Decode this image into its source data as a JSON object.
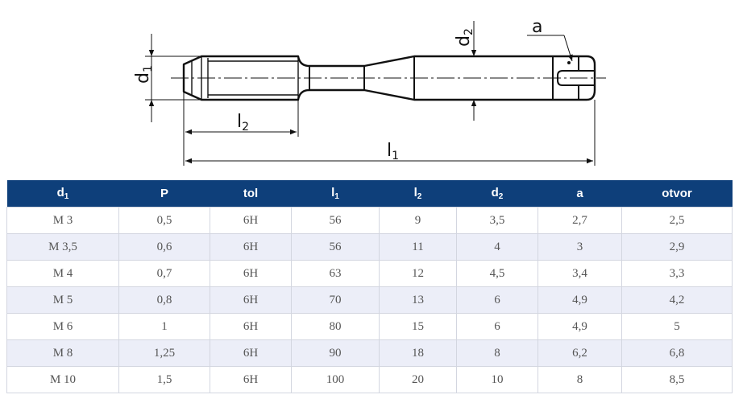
{
  "drawing": {
    "labels": {
      "d1": "d",
      "d1_sub": "1",
      "d2": "d",
      "d2_sub": "2",
      "l1": "l",
      "l1_sub": "1",
      "l2": "l",
      "l2_sub": "2",
      "a": "a"
    }
  },
  "table": {
    "headers": [
      {
        "base": "d",
        "sub": "1"
      },
      {
        "base": "P",
        "sub": ""
      },
      {
        "base": "tol",
        "sub": ""
      },
      {
        "base": "l",
        "sub": "1"
      },
      {
        "base": "l",
        "sub": "2"
      },
      {
        "base": "d",
        "sub": "2"
      },
      {
        "base": "a",
        "sub": ""
      },
      {
        "base": "otvor",
        "sub": ""
      }
    ],
    "rows": [
      [
        "M 3",
        "0,5",
        "6H",
        "56",
        "9",
        "3,5",
        "2,7",
        "2,5"
      ],
      [
        "M 3,5",
        "0,6",
        "6H",
        "56",
        "11",
        "4",
        "3",
        "2,9"
      ],
      [
        "M 4",
        "0,7",
        "6H",
        "63",
        "12",
        "4,5",
        "3,4",
        "3,3"
      ],
      [
        "M 5",
        "0,8",
        "6H",
        "70",
        "13",
        "6",
        "4,9",
        "4,2"
      ],
      [
        "M 6",
        "1",
        "6H",
        "80",
        "15",
        "6",
        "4,9",
        "5"
      ],
      [
        "M 8",
        "1,25",
        "6H",
        "90",
        "18",
        "8",
        "6,2",
        "6,8"
      ],
      [
        "M 10",
        "1,5",
        "6H",
        "100",
        "20",
        "10",
        "8",
        "8,5"
      ]
    ]
  },
  "colors": {
    "header_bg": "#0e3f7a",
    "header_text": "#ffffff",
    "alt_row_bg": "#eceef8",
    "grid": "#d3d6e0"
  }
}
